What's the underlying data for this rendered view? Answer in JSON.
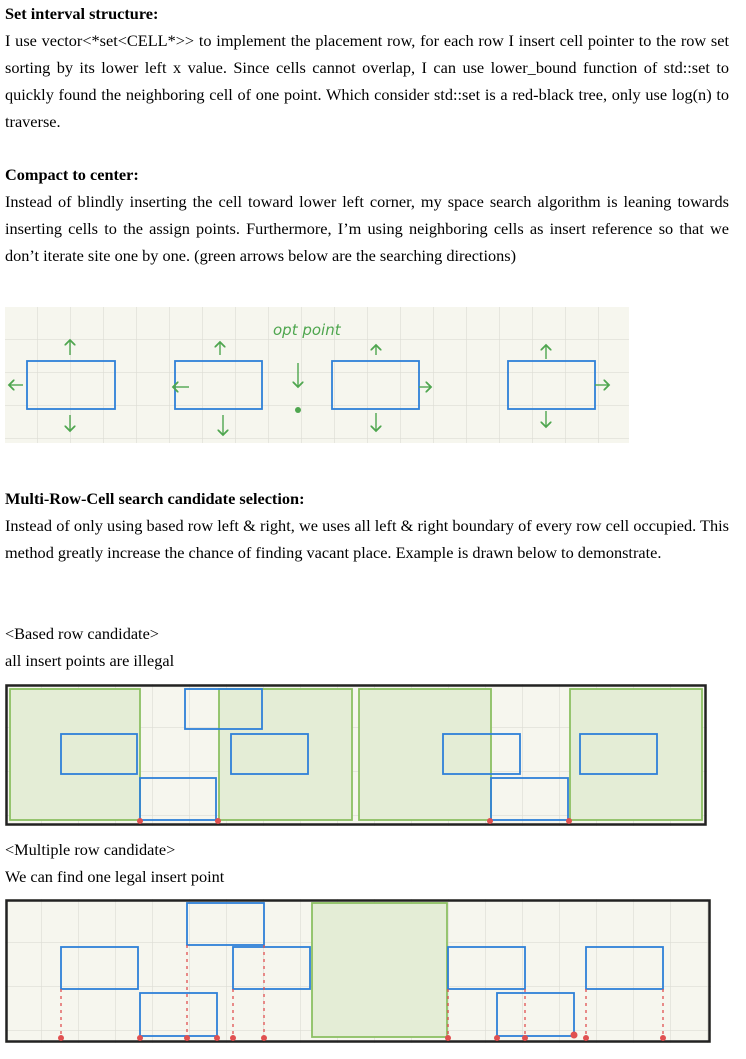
{
  "section1": {
    "heading": "Set interval structure:",
    "body": "I use vector<*set<CELL*>> to implement the placement row, for each row I insert cell pointer to the row set sorting by its lower left x value. Since cells cannot overlap, I can use lower_bound function of std::set to quickly found the neighboring cell of one point. Which consider std::set is a red-black tree, only use log(n) to traverse."
  },
  "section2": {
    "heading": "Compact to center:",
    "body": "Instead of blindly inserting the cell toward lower left corner, my space search algorithm is leaning towards inserting cells to the assign points. Furthermore, I’m using neighboring cells as insert reference so that we don’t iterate site one by one. (green arrows below are the searching directions)",
    "figure_annotation": "opt point"
  },
  "section3": {
    "heading": "Multi-Row-Cell search candidate selection:",
    "body": "Instead of only using based row left & right, we uses all left & right boundary of every row cell occupied. This method greatly increase the chance of finding vacant place. Example is drawn below to demonstrate.",
    "fig1_caption": "<Based row candidate>",
    "fig1_note": "all insert points are illegal",
    "fig2_caption": "<Multiple row candidate>",
    "fig2_note": "We can find one legal insert point"
  },
  "colors": {
    "paper": "#f6f6ee",
    "grid": "#dcdcd4",
    "cell_blue": "#2f80d8",
    "arrow_green": "#4fa64f",
    "region_green": "#e4edd6",
    "region_border": "#8cc063",
    "insert_red": "#e05050"
  }
}
